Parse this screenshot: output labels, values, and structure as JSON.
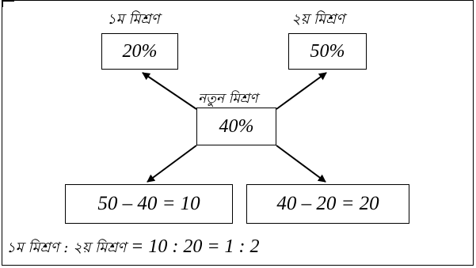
{
  "labels": {
    "mix1": "১ম মিশ্রণ",
    "mix2": "২য় মিশ্রণ",
    "new_mix": "নতুন মিশ্রণ"
  },
  "boxes": {
    "mix1_value": "20%",
    "mix2_value": "50%",
    "new_value": "40%",
    "left_calc": "50 – 40 = 10",
    "right_calc": "40 – 20 = 20"
  },
  "ratio": {
    "text_part": "১ম মিশ্রণ : ২য় মিশ্রণ",
    "math_part": " = 10 : 20 = 1 : 2"
  }
}
